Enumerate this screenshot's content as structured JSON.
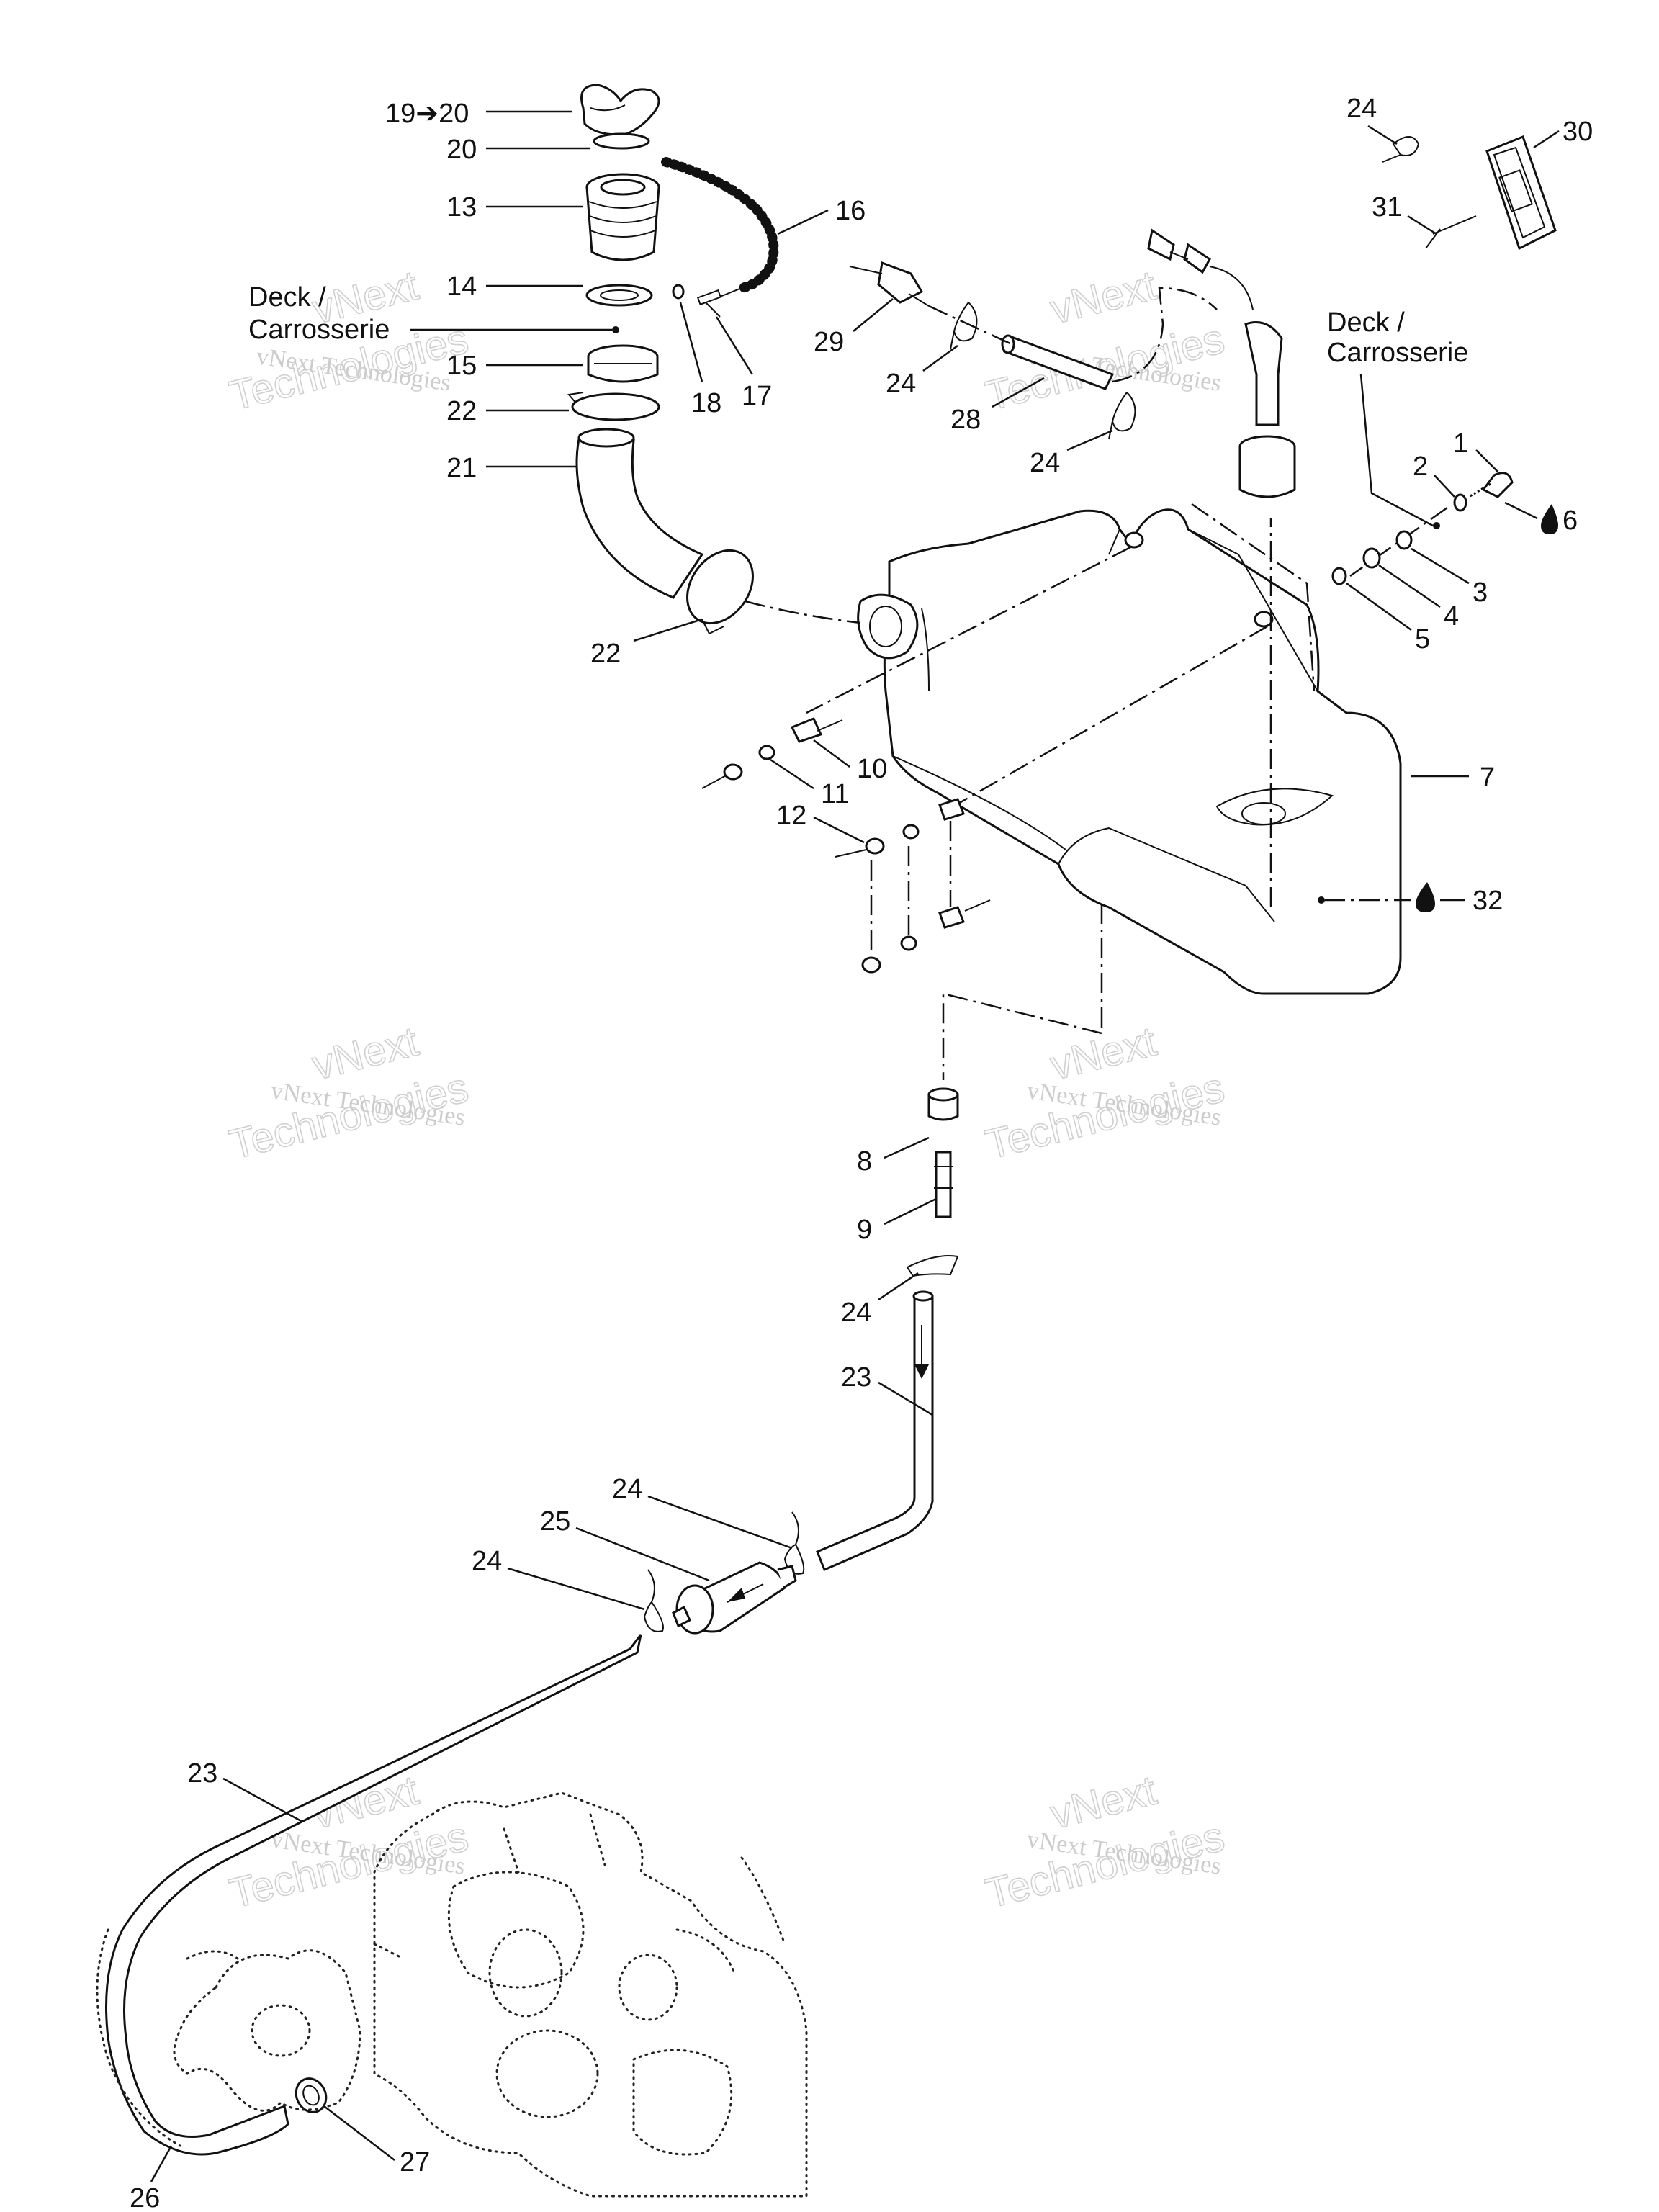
{
  "deck_labels": [
    "Deck /",
    "Carrosserie"
  ],
  "watermark": {
    "line1": "vNext",
    "line2": "vNext Technologies",
    "line3": "Technologies"
  },
  "callouts": {
    "c19_20": "19➔20",
    "c20": "20",
    "c13": "13",
    "c14": "14",
    "c15": "15",
    "c22a": "22",
    "c21": "21",
    "c22b": "22",
    "c16": "16",
    "c18": "18",
    "c17": "17",
    "c29": "29",
    "c24a": "24",
    "c28": "28",
    "c24b": "24",
    "c24c": "24",
    "c30": "30",
    "c31": "31",
    "c1": "1",
    "c2": "2",
    "c6": "6",
    "c3": "3",
    "c4": "4",
    "c5": "5",
    "c7": "7",
    "c10": "10",
    "c11": "11",
    "c12": "12",
    "c32": "32",
    "c8": "8",
    "c9": "9",
    "c24d": "24",
    "c23a": "23",
    "c24e": "24",
    "c25": "25",
    "c24f": "24",
    "c23b": "23",
    "c27": "27",
    "c26": "26"
  },
  "icons": [
    "drop-icon",
    "arrow-icon"
  ]
}
